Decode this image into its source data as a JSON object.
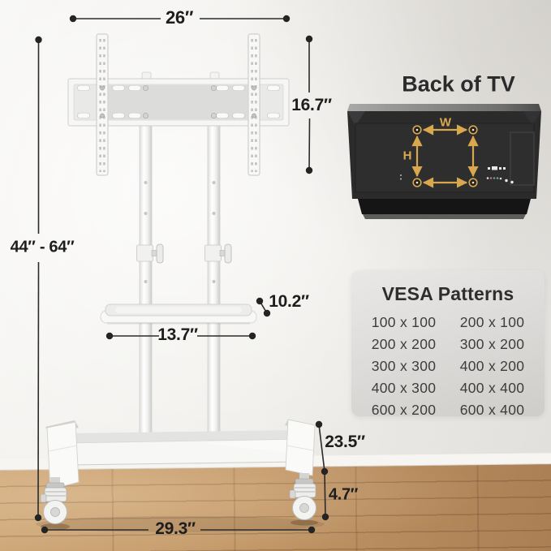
{
  "diagram": {
    "dimensions": {
      "bracket_width": "26″",
      "bracket_height": "16.7″",
      "height_range": "44″ - 64″",
      "shelf_depth": "10.2″",
      "shelf_width": "13.7″",
      "base_depth": "23.5″",
      "caster_height": "4.7″",
      "base_width": "29.3″"
    },
    "tv_back": {
      "title": "Back of TV",
      "width_label": "W",
      "height_label": "H"
    },
    "vesa": {
      "title": "VESA Patterns",
      "left_column": [
        "100 x 100",
        "200 x 200",
        "300 x 300",
        "400 x 300",
        "600 x 200"
      ],
      "right_column": [
        "200 x 100",
        "300 x 200",
        "400 x 200",
        "400 x 400",
        "600 x 400"
      ]
    },
    "colors": {
      "accent_gold": "#D9A84E",
      "dimension_line": "#2B2B2B",
      "tv_body": "#2A2A2A",
      "floor_wood": "#BE9468"
    }
  }
}
